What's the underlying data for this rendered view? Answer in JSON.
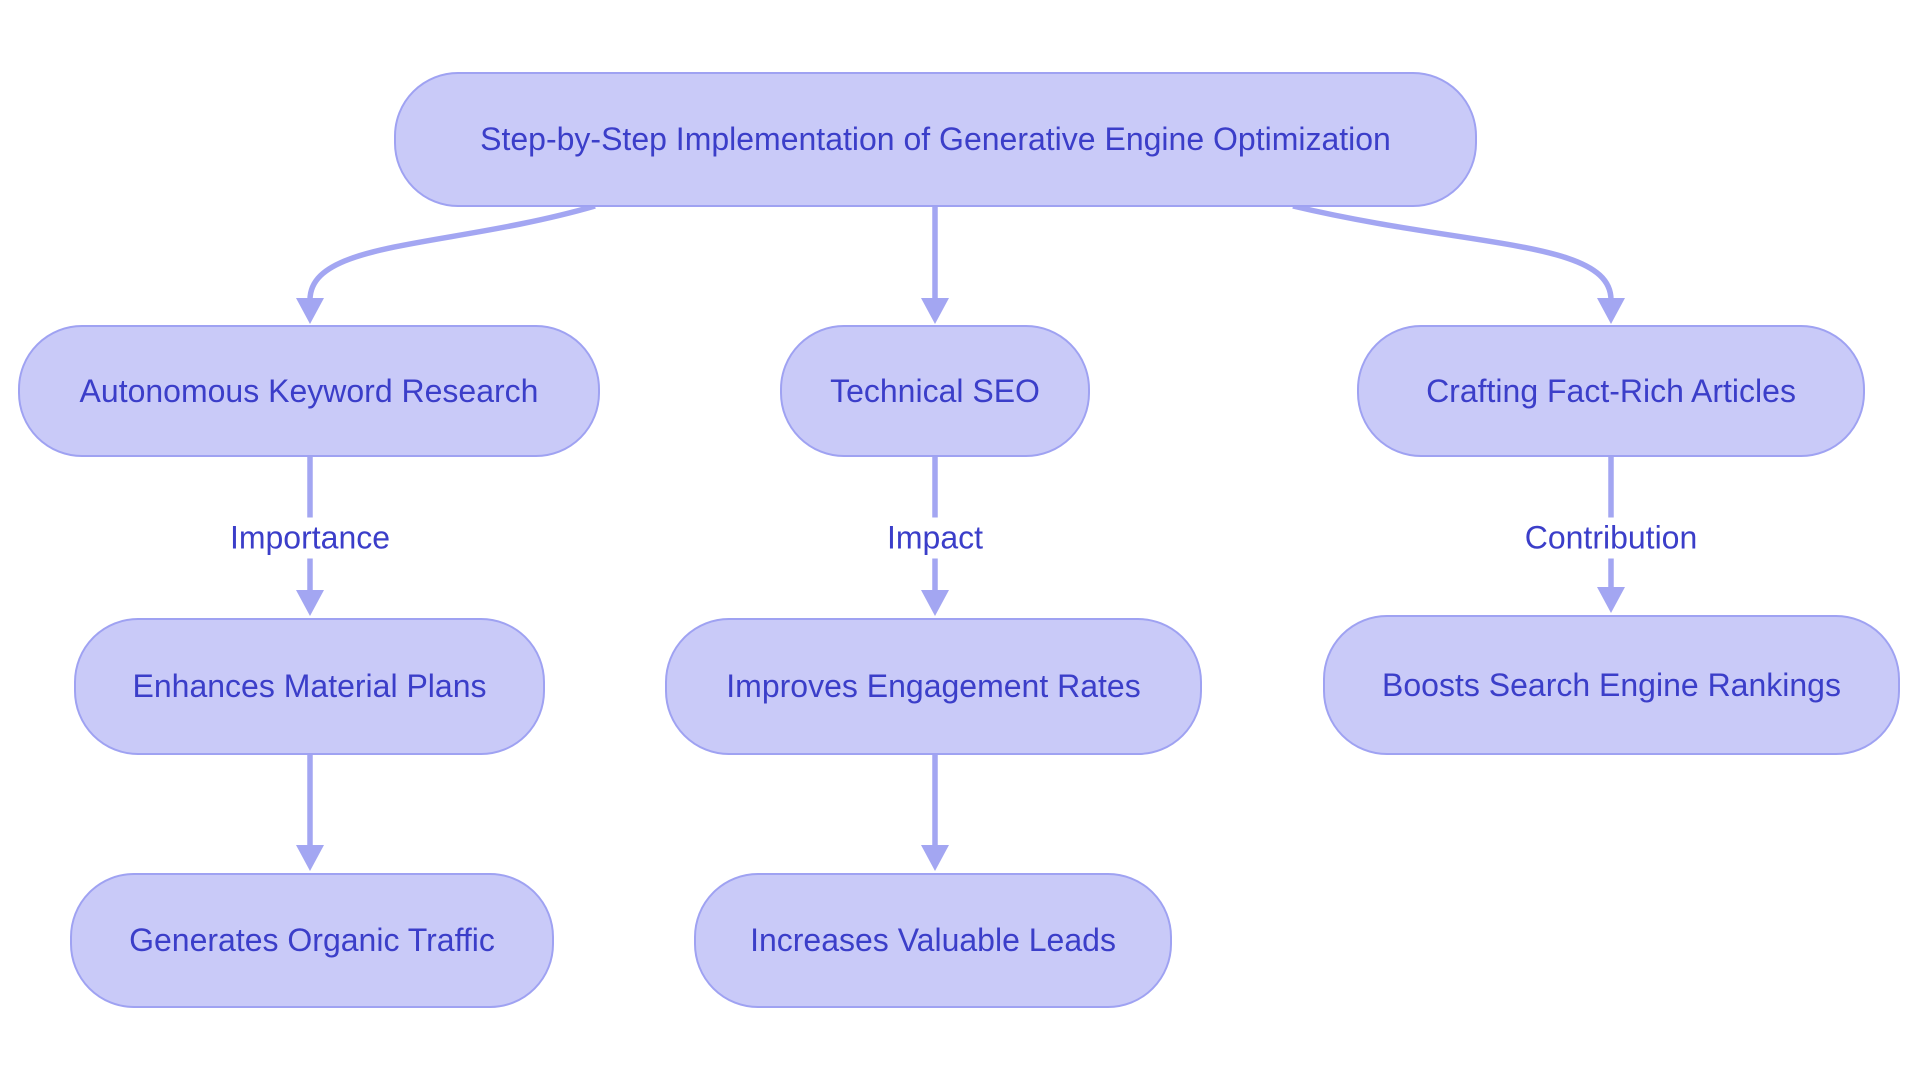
{
  "diagram": {
    "type": "flowchart",
    "direction": "top-down",
    "colors": {
      "background": "#ffffff",
      "node_fill": "#c9caf8",
      "node_border": "#9fa2f2",
      "node_text": "#3b3ec9",
      "edge_color": "#a3a6f2",
      "edge_label_text": "#3b3ec9"
    },
    "nodes": {
      "root": {
        "label": "Step-by-Step Implementation of Generative Engine Optimization"
      },
      "keyword_research": {
        "label": "Autonomous Keyword Research"
      },
      "technical_seo": {
        "label": "Technical SEO"
      },
      "fact_rich_articles": {
        "label": "Crafting Fact-Rich Articles"
      },
      "material_plans": {
        "label": "Enhances Material Plans"
      },
      "engagement_rates": {
        "label": "Improves Engagement Rates"
      },
      "search_rankings": {
        "label": "Boosts Search Engine Rankings"
      },
      "organic_traffic": {
        "label": "Generates Organic Traffic"
      },
      "valuable_leads": {
        "label": "Increases Valuable Leads"
      }
    },
    "edges": [
      {
        "from": "root",
        "to": "keyword_research",
        "label": ""
      },
      {
        "from": "root",
        "to": "technical_seo",
        "label": ""
      },
      {
        "from": "root",
        "to": "fact_rich_articles",
        "label": ""
      },
      {
        "from": "keyword_research",
        "to": "material_plans",
        "label": "Importance"
      },
      {
        "from": "technical_seo",
        "to": "engagement_rates",
        "label": "Impact"
      },
      {
        "from": "fact_rich_articles",
        "to": "search_rankings",
        "label": "Contribution"
      },
      {
        "from": "material_plans",
        "to": "organic_traffic",
        "label": ""
      },
      {
        "from": "engagement_rates",
        "to": "valuable_leads",
        "label": ""
      }
    ]
  }
}
